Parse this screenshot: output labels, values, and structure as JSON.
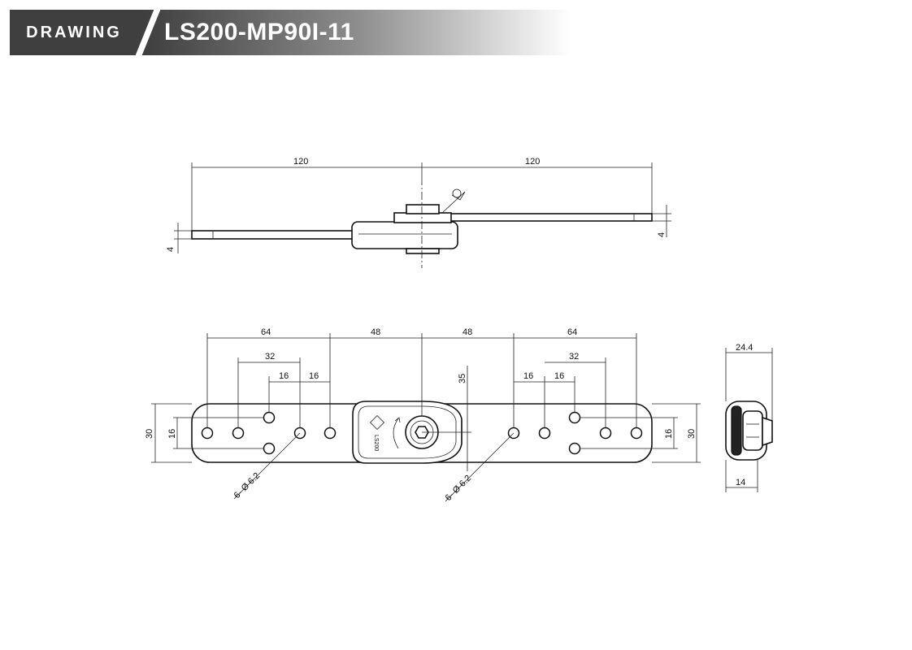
{
  "header": {
    "label": "DRAWING",
    "title": "LS200-MP90I-11"
  },
  "side_view": {
    "dim_left_length": "120",
    "dim_right_length": "120",
    "dim_left_thickness": "4",
    "dim_right_thickness": "4"
  },
  "front_view": {
    "dim_outer_left": "64",
    "dim_inner_left": "48",
    "dim_inner_right": "48",
    "dim_outer_right": "64",
    "dim_pair_left": "32",
    "dim_pair_right": "32",
    "dim_step_left_1": "16",
    "dim_step_left_2": "16",
    "dim_step_right_1": "16",
    "dim_step_right_2": "16",
    "dim_offset_height": "35",
    "dim_height_left": "30",
    "dim_height_right": "30",
    "dim_hole_spacing_left": "16",
    "dim_hole_spacing_right": "16",
    "hole_callout_left": "6- Ø 6.2",
    "hole_callout_right": "6- Ø 6.2",
    "hub_marking": "LS200"
  },
  "end_view": {
    "dim_width": "24.4",
    "dim_depth": "14"
  }
}
